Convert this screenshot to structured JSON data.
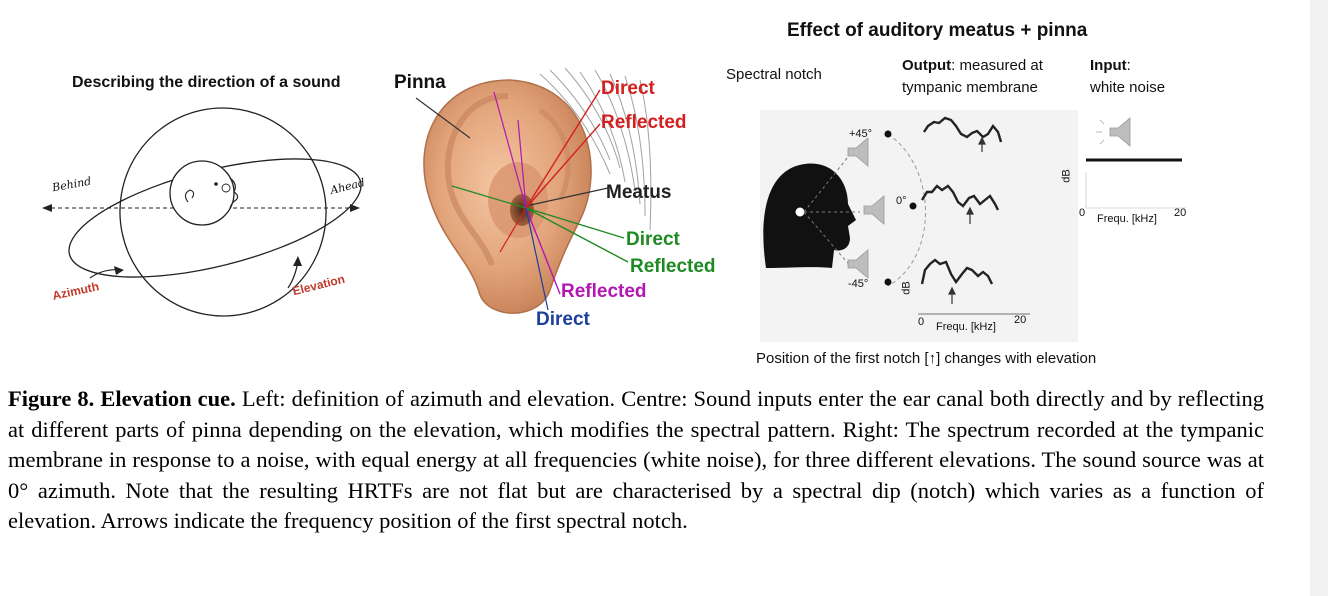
{
  "left_panel": {
    "title": "Describing the direction of a sound",
    "behind": "Behind",
    "ahead": "Ahead",
    "azimuth": "Azimuth",
    "elevation": "Elevation"
  },
  "center_panel": {
    "pinna": "Pinna",
    "direct_top": "Direct",
    "reflected_top": "Reflected",
    "meatus": "Meatus",
    "direct_mid": "Direct",
    "reflected_mid": "Reflected",
    "reflected_bottom": "Reflected",
    "direct_bottom": "Direct"
  },
  "right_panel": {
    "title": "Effect of auditory meatus + pinna",
    "spectral_notch": "Spectral notch",
    "output_bold": "Output",
    "output_rest": ": measured at",
    "output_line2": "tympanic membrane",
    "input_bold": "Input",
    "input_rest": ":",
    "input_line2": "white noise",
    "elev_plus": "+45°",
    "elev_zero": "0°",
    "elev_minus": "-45°",
    "db_label": "dB",
    "freq_zero": "0",
    "freq_label": "Frequ. [kHz]",
    "freq_max": "20",
    "notch_caption": "Position of the first notch [↑] changes with elevation"
  },
  "caption": {
    "bold": "Figure 8. Elevation cue.",
    "text": " Left: definition of azimuth and elevation. Centre: Sound inputs enter the ear canal both directly and by reflecting at different parts of pinna depending on the elevation, which modifies the spectral pattern. Right: The spectrum recorded at the tympanic membrane in response to a noise, with equal energy at all frequencies (white noise), for three different elevations. The sound source was at 0° azimuth. Note that the resulting HRTFs are not flat but are characterised by a spectral dip (notch) which varies as a function of elevation. Arrows indicate the frequency position of the first spectral notch."
  },
  "colors": {
    "direct": "#d42020",
    "reflected_green": "#1e8a22",
    "reflected_purple": "#b316b3",
    "direct_blue": "#1d3f9e",
    "elevation_label": "#c0392b"
  }
}
